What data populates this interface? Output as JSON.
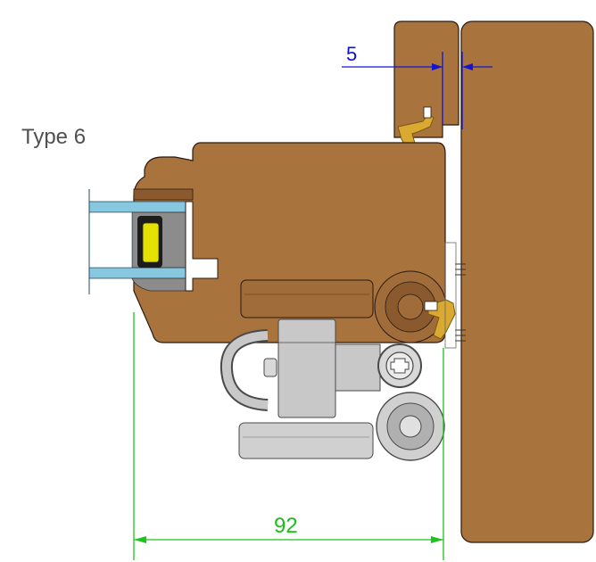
{
  "title": "Type 6",
  "dimensions": {
    "gap": {
      "value": "5",
      "color": "#1414d2"
    },
    "width": {
      "value": "92",
      "color": "#1cc41c"
    }
  },
  "colors": {
    "wood": "#a9733e",
    "wood_outline": "#2a1a0e",
    "glass": "#87c8e0",
    "seal": "#d9a932",
    "lock_insert": "#e4e000",
    "hardware": "#c8c8c8",
    "hardware_outline": "#4a4a4a"
  },
  "icons": [
    "screw-head-icon"
  ]
}
